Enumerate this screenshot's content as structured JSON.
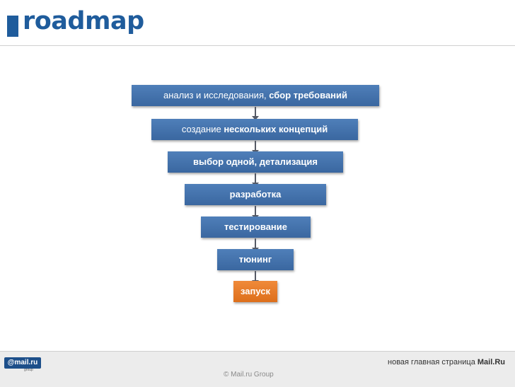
{
  "title": "roadmap",
  "steps": [
    {
      "normal": "анализ и исследования, ",
      "bold": "сбор требований"
    },
    {
      "normal": "создание ",
      "bold": "нескольких концепций"
    },
    {
      "normal": "",
      "bold": "выбор одной, детализация"
    },
    {
      "normal": "",
      "bold": "разработка"
    },
    {
      "normal": "",
      "bold": "тестирование"
    },
    {
      "normal": "",
      "bold": "тюнинг"
    },
    {
      "normal": "",
      "bold": "запуск"
    }
  ],
  "colors": {
    "step": "#4a79b3",
    "final_step": "#e97b28",
    "title": "#1f5c9c"
  },
  "footer": {
    "logo_text": "@mail.ru",
    "logo_sub": "group",
    "page_label_normal": "новая главная страница ",
    "page_label_bold": "Mail.Ru",
    "copyright": "© Mail.ru Group"
  }
}
